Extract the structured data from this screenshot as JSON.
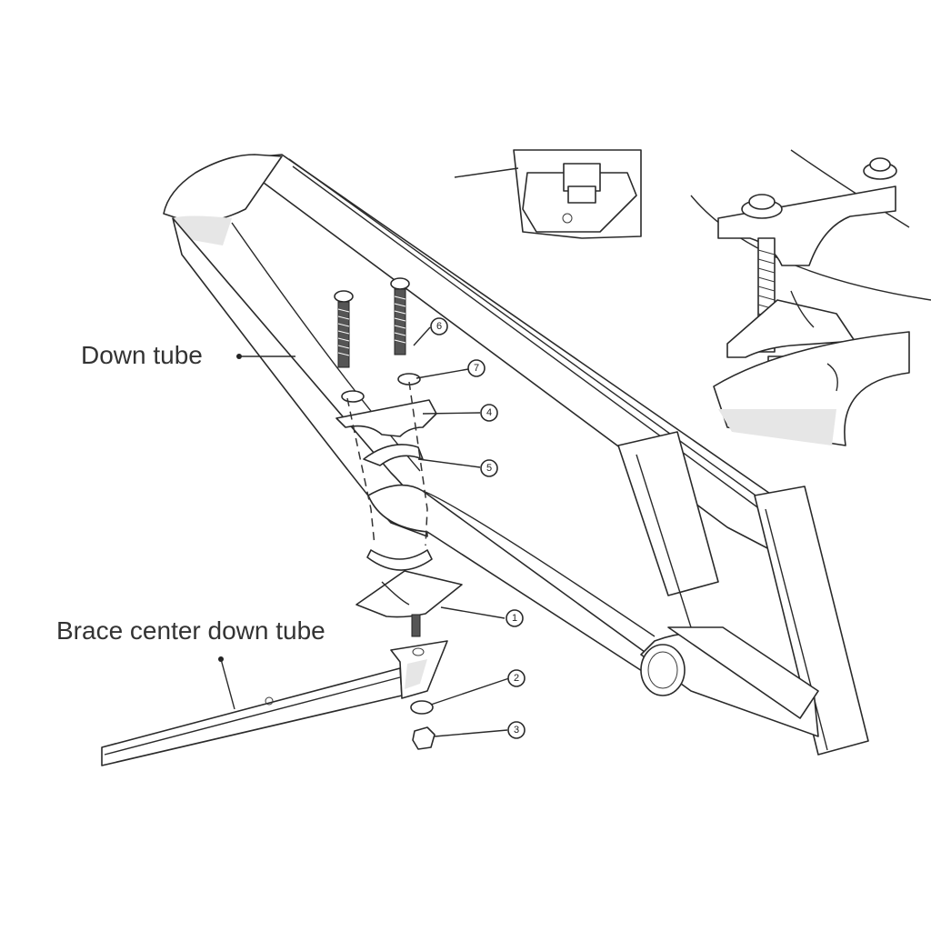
{
  "labels": {
    "down_tube": "Down tube",
    "brace_center_down_tube": "Brace center down tube"
  },
  "callouts": [
    "1",
    "2",
    "3",
    "4",
    "5",
    "6",
    "7"
  ],
  "colors": {
    "line": "#2a2a2a",
    "shade": "#e6e6e6",
    "background": "#ffffff"
  }
}
